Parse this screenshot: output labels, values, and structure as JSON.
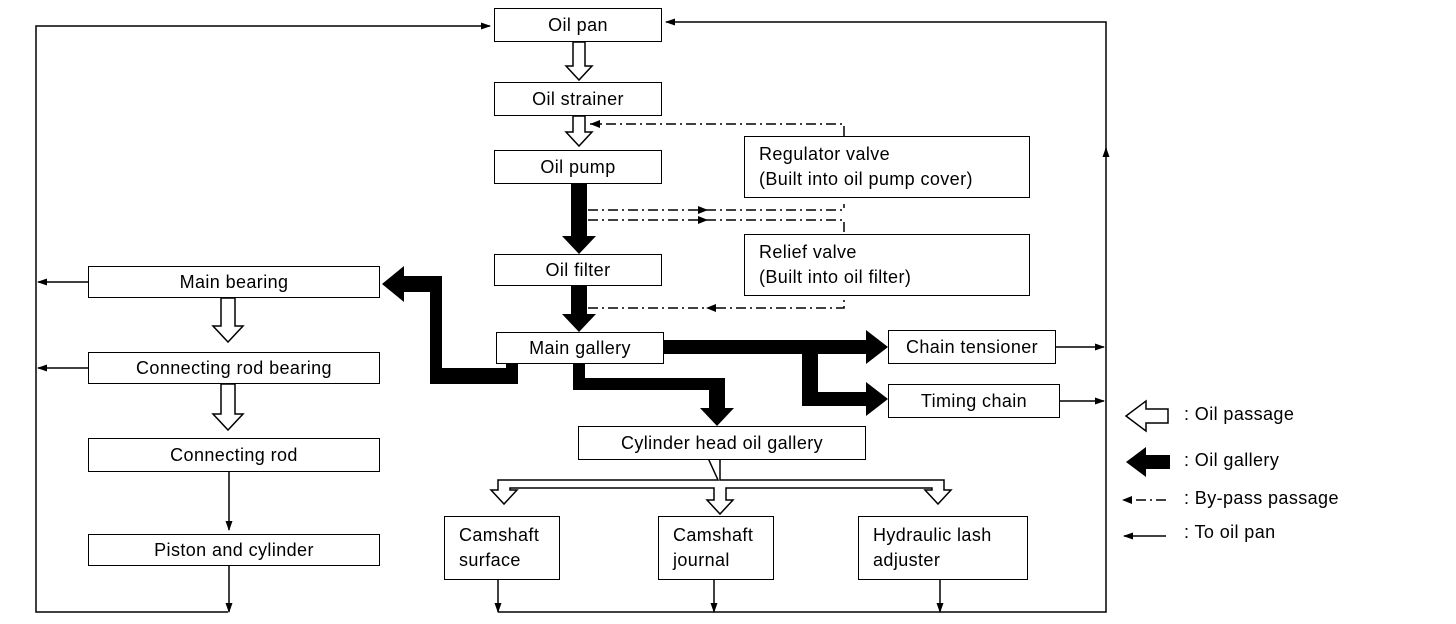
{
  "nodes": {
    "oil_pan": "Oil pan",
    "oil_strainer": "Oil strainer",
    "oil_pump": "Oil pump",
    "regulator_valve": [
      "Regulator valve",
      "(Built into oil pump cover)"
    ],
    "oil_filter": "Oil filter",
    "relief_valve": [
      "Relief valve",
      "(Built into oil filter)"
    ],
    "main_gallery": "Main gallery",
    "main_bearing": "Main bearing",
    "connecting_rod_bearing": "Connecting rod bearing",
    "connecting_rod": "Connecting rod",
    "piston_and_cylinder": "Piston and cylinder",
    "chain_tensioner": "Chain tensioner",
    "timing_chain": "Timing chain",
    "cylinder_head_oil_gallery": "Cylinder head oil gallery",
    "camshaft_surface": [
      "Camshaft",
      "surface"
    ],
    "camshaft_journal": [
      "Camshaft",
      "journal"
    ],
    "hydraulic_lash_adjuster": [
      "Hydraulic lash",
      "adjuster"
    ]
  },
  "legend": {
    "oil_passage": ": Oil passage",
    "oil_gallery": ": Oil gallery",
    "bypass_passage": ": By-pass passage",
    "to_oil_pan": ": To oil pan"
  }
}
